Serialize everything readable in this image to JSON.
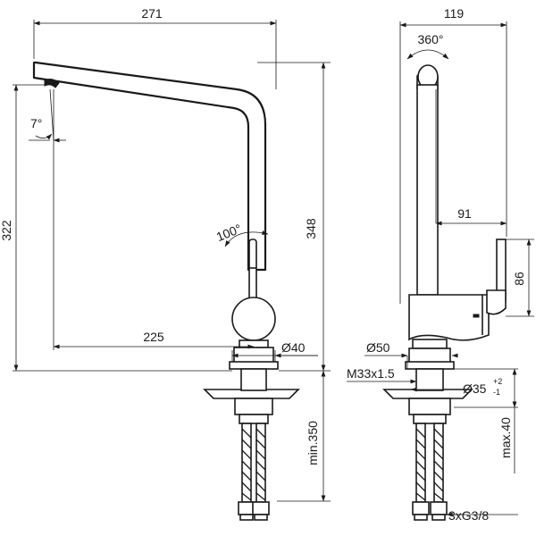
{
  "drawing": {
    "front_view": {
      "width_overall": "271",
      "height_spout": "322",
      "height_overall": "348",
      "reach_outlet": "225",
      "body_diameter": "Ø40",
      "spout_angle": "7°",
      "lever_angle": "100°",
      "min_length": "min.350"
    },
    "side_view": {
      "depth_overall": "119",
      "rotation": "360°",
      "lever_reach": "91",
      "lever_height": "86",
      "base_diameter": "Ø50",
      "thread": "M33x1.5",
      "hole_diameter": "Ø35",
      "hole_tol_upper": "+2",
      "hole_tol_lower": "-1",
      "max_deck": "max.40",
      "connections": "3xG3/8"
    }
  }
}
